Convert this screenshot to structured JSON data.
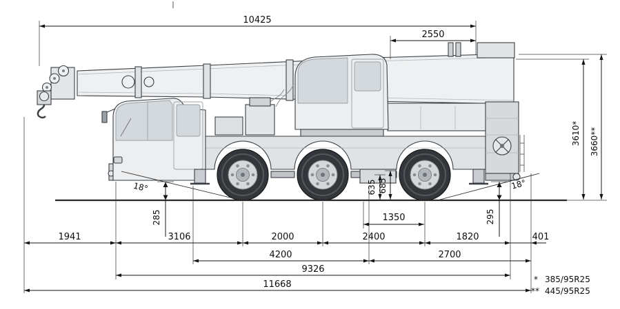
{
  "diagram": {
    "top": {
      "boom_length": "10425",
      "rear_section": "2550"
    },
    "heights": {
      "height_std": "3610*",
      "height_alt": "3660**"
    },
    "angles": {
      "front": "18°",
      "rear": "18°"
    },
    "clearances": {
      "front": "285",
      "mid_inner": "635",
      "mid_outer": "685",
      "rear": "295",
      "axle_offset": "1350"
    },
    "chain": {
      "seg1": "1941",
      "seg2": "3106",
      "seg3": "2000",
      "seg4": "2400",
      "seg5": "1820",
      "seg6": "401"
    },
    "spans": {
      "span_front": "4200",
      "span_rear": "2700",
      "frame_length": "9326",
      "overall_length": "11668"
    },
    "footnotes": {
      "note1_mark": "*",
      "note1_text": "385/95R25",
      "note2_mark": "**",
      "note2_text": "445/95R25"
    }
  }
}
